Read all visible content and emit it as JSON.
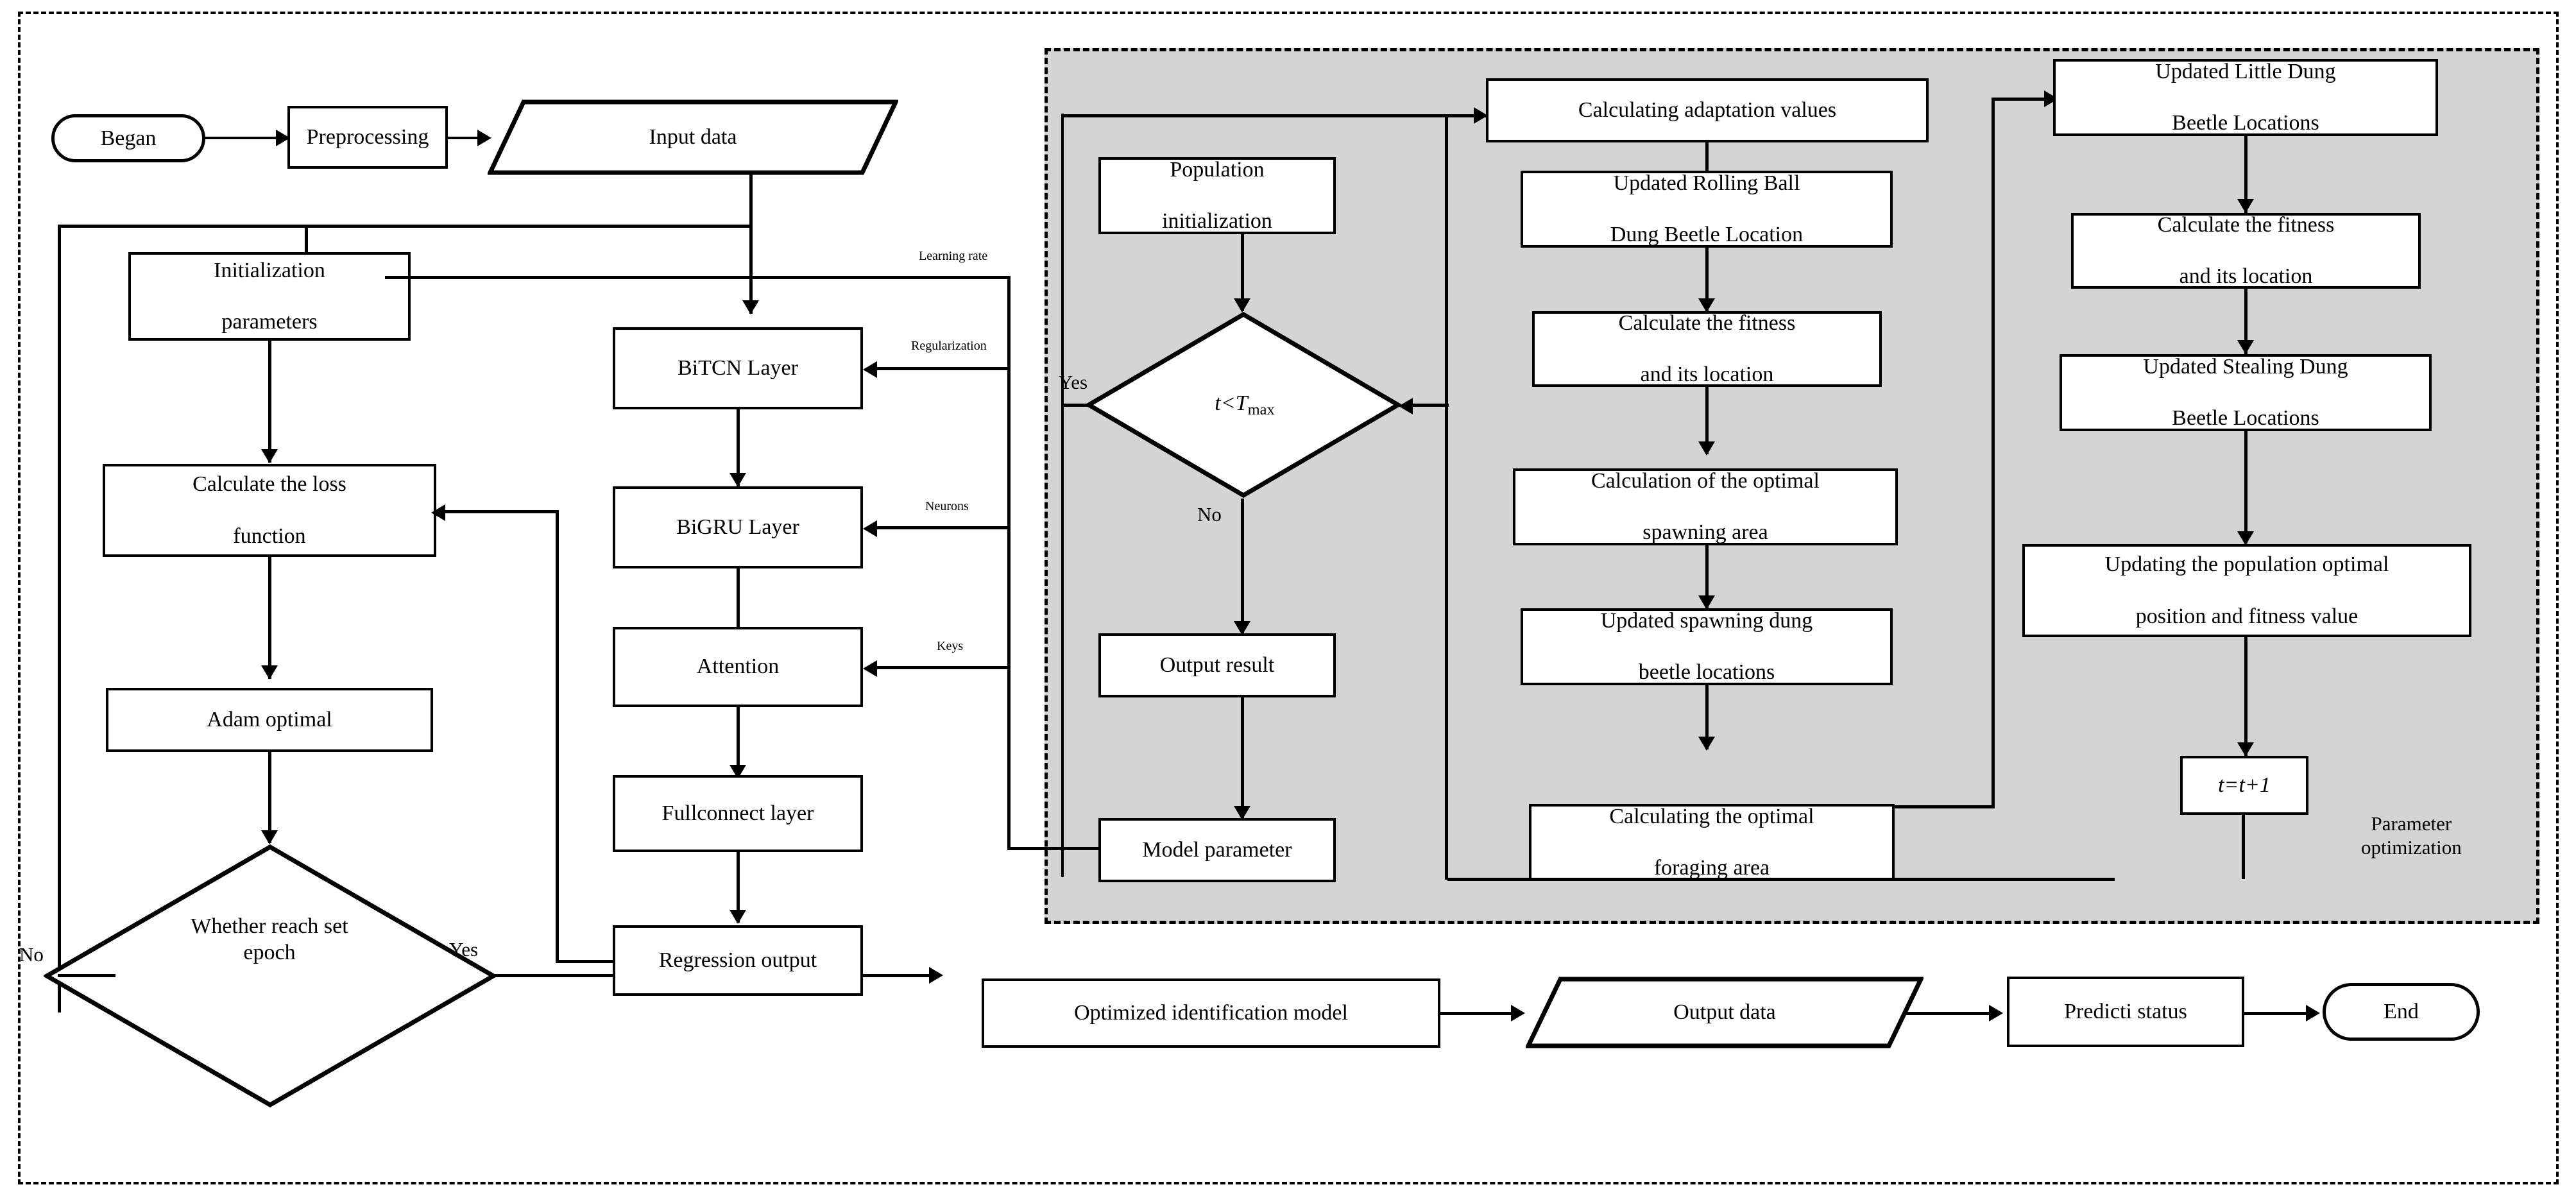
{
  "diagram": {
    "title": "BiTCN-BiGRU-Attention model with DBO parameter optimization flowchart",
    "panel_label": "Parameter optimization",
    "colors": {
      "panel_fill": "#d4d4d4",
      "node_fill": "#ffffff",
      "stroke": "#000000"
    }
  },
  "nodes": {
    "began": "Began",
    "preprocessing": "Preprocessing",
    "input_data": "Input data",
    "initialization_parameters_l1": "Initialization",
    "initialization_parameters_l2": "parameters",
    "calculate_loss_l1": "Calculate the loss",
    "calculate_loss_l2": "function",
    "adam_optimal": "Adam optimal",
    "whether_reach_epoch_l1": "Whether reach set",
    "whether_reach_epoch_l2": "epoch",
    "bitcn_layer": "BiTCN Layer",
    "bigru_layer": "BiGRU Layer",
    "attention": "Attention",
    "fullconnect_layer": "Fullconnect layer",
    "regression_output": "Regression output",
    "population_initialization_l1": "Population",
    "population_initialization_l2": "initialization",
    "t_lt_tmax": "t<T",
    "t_lt_tmax_sub": "max",
    "output_result": "Output result",
    "model_parameter": "Model parameter",
    "calculating_adaptation_values": "Calculating adaptation values",
    "updated_rolling_ball_l1": "Updated Rolling Ball",
    "updated_rolling_ball_l2": "Dung Beetle Location",
    "calculate_fitness_mid_l1": "Calculate the fitness",
    "calculate_fitness_mid_l2": "and its location",
    "optimal_spawning_l1": "Calculation of the optimal",
    "optimal_spawning_l2": "spawning area",
    "updated_spawning_l1": "Updated spawning dung",
    "updated_spawning_l2": "beetle locations",
    "optimal_foraging_l1": "Calculating the optimal",
    "optimal_foraging_l2": "foraging area",
    "updated_little_dung_l1": "Updated Little Dung",
    "updated_little_dung_l2": "Beetle Locations",
    "calculate_fitness_right_l1": "Calculate the fitness",
    "calculate_fitness_right_l2": "and its location",
    "updated_stealing_l1": "Updated Stealing Dung",
    "updated_stealing_l2": "Beetle Locations",
    "updating_population_optimal_l1": "Updating the population optimal",
    "updating_population_optimal_l2": "position and fitness value",
    "t_increment": "t=t+1",
    "optimized_identification_model": "Optimized identification model",
    "output_data": "Output data",
    "predict_status": "Predicti status",
    "end": "End"
  },
  "edge_labels": {
    "learning_rate": "Learning rate",
    "regularization": "Regularization",
    "neurons": "Neurons",
    "keys": "Keys",
    "epoch_no": "No",
    "epoch_yes": "Yes",
    "tmax_yes": "Yes",
    "tmax_no": "No",
    "panel_caption_l1": "Parameter",
    "panel_caption_l2": "optimization"
  }
}
